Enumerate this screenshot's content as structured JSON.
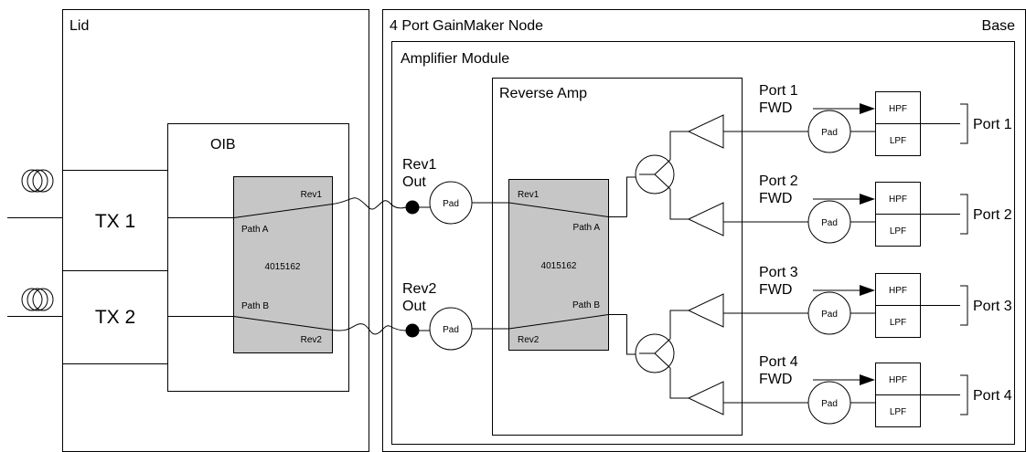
{
  "lid": {
    "label": "Lid"
  },
  "node": {
    "title": "4 Port GainMaker Node",
    "base_label": "Base"
  },
  "amp_module": {
    "label": "Amplifier Module"
  },
  "reverse_amp": {
    "label": "Reverse Amp"
  },
  "oib": {
    "label": "OIB",
    "tx1": "TX 1",
    "tx2": "TX 2",
    "board": {
      "rev1": "Rev1",
      "path_a": "Path A",
      "part": "4015162",
      "path_b": "Path B",
      "rev2": "Rev2"
    }
  },
  "rev_outputs": [
    {
      "line1": "Rev1",
      "line2": "Out",
      "pad": "Pad"
    },
    {
      "line1": "Rev2",
      "line2": "Out",
      "pad": "Pad"
    }
  ],
  "amp_board": {
    "rev1": "Rev1",
    "path_a": "Path A",
    "part": "4015162",
    "path_b": "Path B",
    "rev2": "Rev2"
  },
  "ports": [
    {
      "fwd_line1": "Port 1",
      "fwd_line2": "FWD",
      "pad": "Pad",
      "hpf": "HPF",
      "lpf": "LPF",
      "port_label": "Port 1"
    },
    {
      "fwd_line1": "Port 2",
      "fwd_line2": "FWD",
      "pad": "Pad",
      "hpf": "HPF",
      "lpf": "LPF",
      "port_label": "Port 2"
    },
    {
      "fwd_line1": "Port 3",
      "fwd_line2": "FWD",
      "pad": "Pad",
      "hpf": "HPF",
      "lpf": "LPF",
      "port_label": "Port 3"
    },
    {
      "fwd_line1": "Port 4",
      "fwd_line2": "FWD",
      "pad": "Pad",
      "hpf": "HPF",
      "lpf": "LPF",
      "port_label": "Port 4"
    }
  ]
}
